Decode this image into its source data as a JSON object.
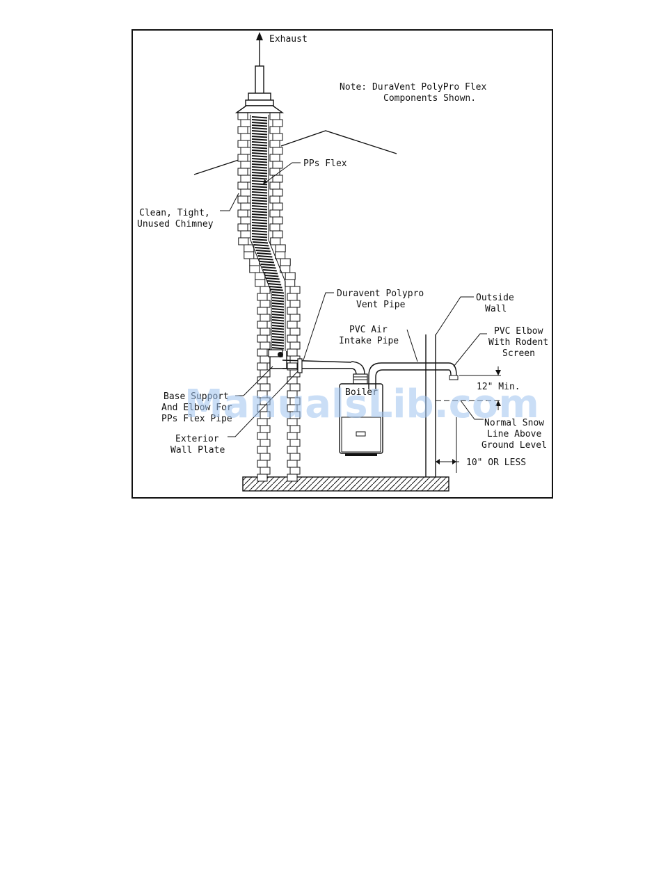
{
  "labels": {
    "exhaust": "Exhaust",
    "note_line1": "Note: DuraVent PolyPro Flex",
    "note_line2": "Components Shown.",
    "pps_flex": "PPs Flex",
    "chimney_line1": "Clean, Tight,",
    "chimney_line2": "Unused Chimney",
    "vent_line1": "Duravent Polypro",
    "vent_line2": "Vent Pipe",
    "intake_line1": "PVC Air",
    "intake_line2": "Intake Pipe",
    "outside_line1": "Outside",
    "outside_line2": "Wall",
    "elbow_line1": "PVC Elbow",
    "elbow_line2": "With Rodent",
    "elbow_line3": "Screen",
    "min_12": "12\" Min.",
    "snow_line1": "Normal Snow",
    "snow_line2": "Line Above",
    "snow_line3": "Ground Level",
    "ten_or_less": "10\" OR LESS",
    "base_line1": "Base Support",
    "base_line2": "And Elbow For",
    "base_line3": "PPs Flex Pipe",
    "plate_line1": "Exterior",
    "plate_line2": "Wall Plate",
    "boiler": "Boiler"
  },
  "watermark": "ManualsLib.com",
  "colors": {
    "ink": "#111111",
    "watermark": "#9ec3ee"
  }
}
